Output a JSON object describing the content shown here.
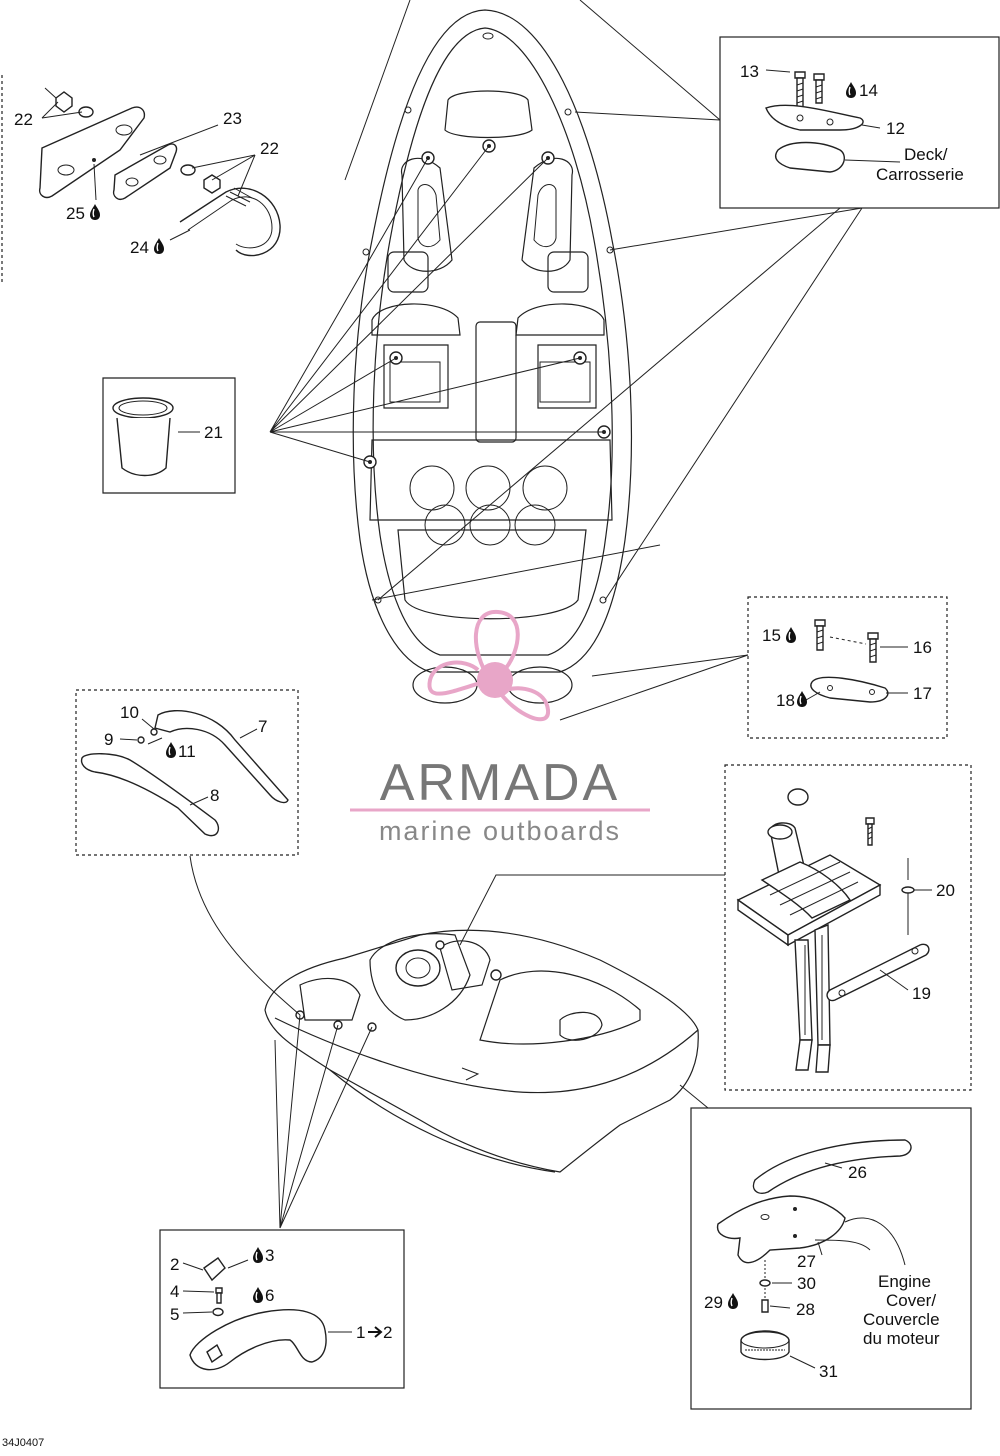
{
  "labels": {
    "p1": "1",
    "p1_qty": "2",
    "p2": "2",
    "p3": "3",
    "p4": "4",
    "p5": "5",
    "p6": "6",
    "p7": "7",
    "p8": "8",
    "p9": "9",
    "p10": "10",
    "p11": "11",
    "p12": "12",
    "p13": "13",
    "p14": "14",
    "p15": "15",
    "p16": "16",
    "p17": "17",
    "p18": "18",
    "p19": "19",
    "p20": "20",
    "p21": "21",
    "p22a": "22",
    "p22b": "22",
    "p23": "23",
    "p24": "24",
    "p25": "25",
    "p26": "26",
    "p27": "27",
    "p28": "28",
    "p29": "29",
    "p30": "30",
    "p31": "31"
  },
  "notes": {
    "deck_line1": "Deck/",
    "deck_line2": "Carrosserie",
    "engine_line1": "Engine",
    "engine_line2": "Cover/",
    "engine_line3": "Couvercle",
    "engine_line4": "du moteur"
  },
  "watermark": {
    "brand": "ARMADA",
    "tagline": "marine outboards",
    "color": "#e8a6c8"
  },
  "footer": {
    "code": "34J0407"
  },
  "icons": {
    "adhesive": "drop-icon",
    "arrow": "arrow-right-icon"
  }
}
